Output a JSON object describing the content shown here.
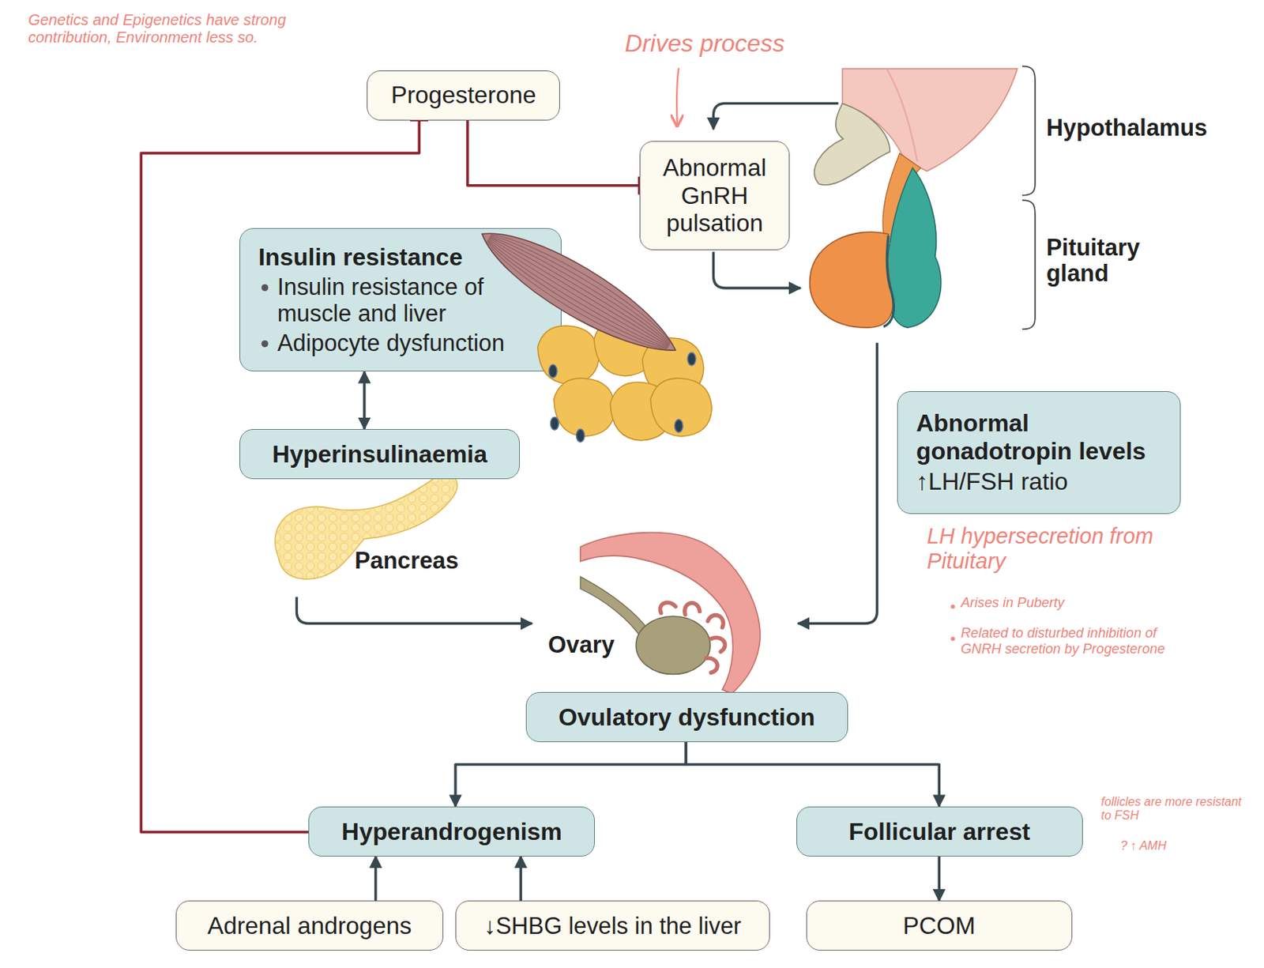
{
  "diagram": {
    "nodes": [
      {
        "text": [
          "Progesterone"
        ]
      },
      {
        "text": [
          "Abnormal GnRH pulsation"
        ]
      },
      {
        "text": [
          "Insulin resistance",
          "Insulin resistance of muscle and liver",
          "Adipocyte dysfunction"
        ]
      },
      {
        "text": [
          "Hyperinsulinaemia"
        ]
      },
      {
        "text": [
          "Abnormal gonadotropin levels",
          "↑LH/FSH ratio"
        ]
      },
      {
        "text": [
          "Ovulatory dysfunction"
        ]
      },
      {
        "text": [
          "Hyperandrogenism"
        ]
      },
      {
        "text": [
          "Follicular arrest"
        ]
      },
      {
        "text": [
          "Adrenal androgens"
        ]
      },
      {
        "text": [
          "↓SHBG levels in the liver"
        ]
      },
      {
        "text": [
          "PCOM"
        ]
      }
    ],
    "edges": [
      {
        "from": 0,
        "to": 1,
        "arrow": "to"
      },
      {
        "from": 6,
        "to": 0,
        "arrow": "to"
      },
      {
        "from": 2,
        "to": 3,
        "arrow": "both"
      },
      {
        "from": 5,
        "to": 6,
        "arrow": "to"
      },
      {
        "from": 5,
        "to": 7,
        "arrow": "to"
      },
      {
        "from": 8,
        "to": 6,
        "arrow": "to"
      },
      {
        "from": 9,
        "to": 6,
        "arrow": "to"
      },
      {
        "from": 7,
        "to": 10,
        "arrow": "to"
      }
    ],
    "labels": [
      "Genetics and Epigenetics have strong contribution, Environment less so.",
      "Drives process",
      "Hypothalamus",
      "Pituitary gland",
      "Pancreas",
      "Ovary",
      "LH hypersecretion from Pituitary",
      "Arises in Puberty",
      "Related to disturbed inhibition of GNRH secretion by Progesterone",
      "follicles are more resistant to FSH",
      "? ↑ AMH"
    ]
  }
}
